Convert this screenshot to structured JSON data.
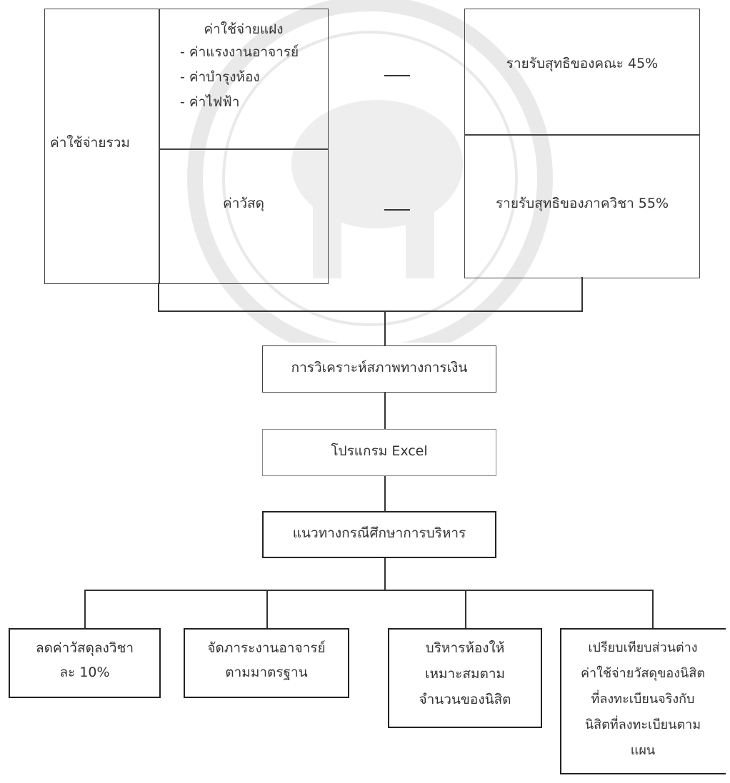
{
  "top": {
    "total_cost": "ค่าใช้จ่ายรวม",
    "variable_cost": {
      "title": "ค่าใช้จ่ายแฝง",
      "items": [
        "- ค่าแรงงานอาจารย์",
        "- ค่าบำรุงห้อง",
        "- ค่าไฟฟ้า"
      ]
    },
    "material_cost": "ค่าวัสดุ",
    "faculty_income": "รายรับสุทธิของคณะ 45%",
    "dept_income": "รายรับสุทธิของภาควิชา 55%"
  },
  "flow": {
    "analysis": "การวิเคราะห์สภาพทางการเงิน",
    "program": "โปรแกรม Excel",
    "guideline": "แนวทางกรณีศึกษาการบริหาร"
  },
  "outcomes": [
    {
      "lines": [
        "ลดค่าวัสดุลงวิชา",
        "ละ 10%"
      ]
    },
    {
      "lines": [
        "จัดภาระงานอาจารย์",
        "ตามมาตรฐาน"
      ]
    },
    {
      "lines": [
        "บริหารห้องให้",
        "เหมาะสมตาม",
        "จำนวนของนิสิต"
      ]
    },
    {
      "lines": [
        "เปรียบเทียบส่วนต่าง",
        "ค่าใช้จ่ายวัสดุของนิสิต",
        "ที่ลงทะเบียนจริงกับ",
        "นิสิตที่ลงทะเบียนตาม",
        "แผน"
      ]
    }
  ]
}
